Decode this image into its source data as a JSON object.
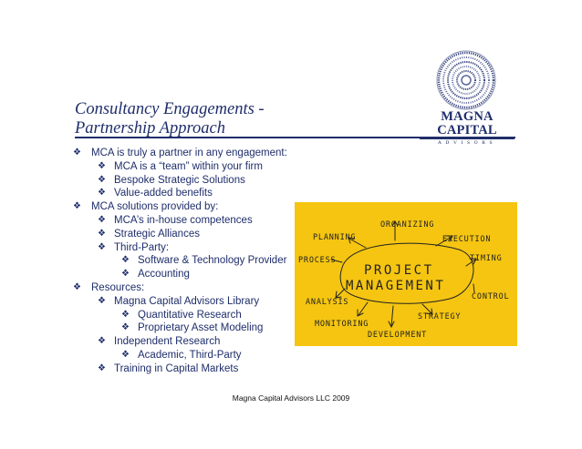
{
  "title": {
    "line1": "Consultancy Engagements -",
    "line2": "Partnership Approach"
  },
  "logo": {
    "name": "MAGNA CAPITAL",
    "subtitle": "ADVISORS"
  },
  "bullets": [
    {
      "level": 1,
      "text": "MCA is truly a partner in any engagement:"
    },
    {
      "level": 2,
      "text": "MCA is a “team” within your firm"
    },
    {
      "level": 2,
      "text": "Bespoke Strategic Solutions"
    },
    {
      "level": 2,
      "text": "Value-added benefits"
    },
    {
      "level": 1,
      "text": "MCA solutions provided by:"
    },
    {
      "level": 2,
      "text": "MCA’s in-house competences"
    },
    {
      "level": 2,
      "text": "Strategic Alliances"
    },
    {
      "level": 2,
      "text": "Third-Party:"
    },
    {
      "level": 3,
      "text": "Software & Technology Provider"
    },
    {
      "level": 3,
      "text": "Accounting"
    },
    {
      "level": 1,
      "text": "Resources:"
    },
    {
      "level": 2,
      "text": "Magna Capital Advisors Library"
    },
    {
      "level": 3,
      "text": "Quantitative Research"
    },
    {
      "level": 3,
      "text": "Proprietary Asset Modeling"
    },
    {
      "level": 2,
      "text": "Independent Research"
    },
    {
      "level": 3,
      "text": "Academic, Third-Party"
    },
    {
      "level": 2,
      "text": "Training in Capital Markets"
    }
  ],
  "diagram": {
    "center_line1": "PROJECT",
    "center_line2": "MANAGEMENT",
    "labels": {
      "organizing": "ORGANIZING",
      "planning": "PLANNING",
      "execution": "EXECUTION",
      "process": "PROCESS",
      "timing": "TIMING",
      "control": "CONTROL",
      "analysis": "ANALYSIS",
      "strategy": "STRATEGY",
      "monitoring": "MONITORING",
      "development": "DEVELOPMENT"
    }
  },
  "footer": "Magna Capital Advisors LLC 2009",
  "colors": {
    "navy": "#1f2e6b",
    "yellow": "#f5c511"
  }
}
